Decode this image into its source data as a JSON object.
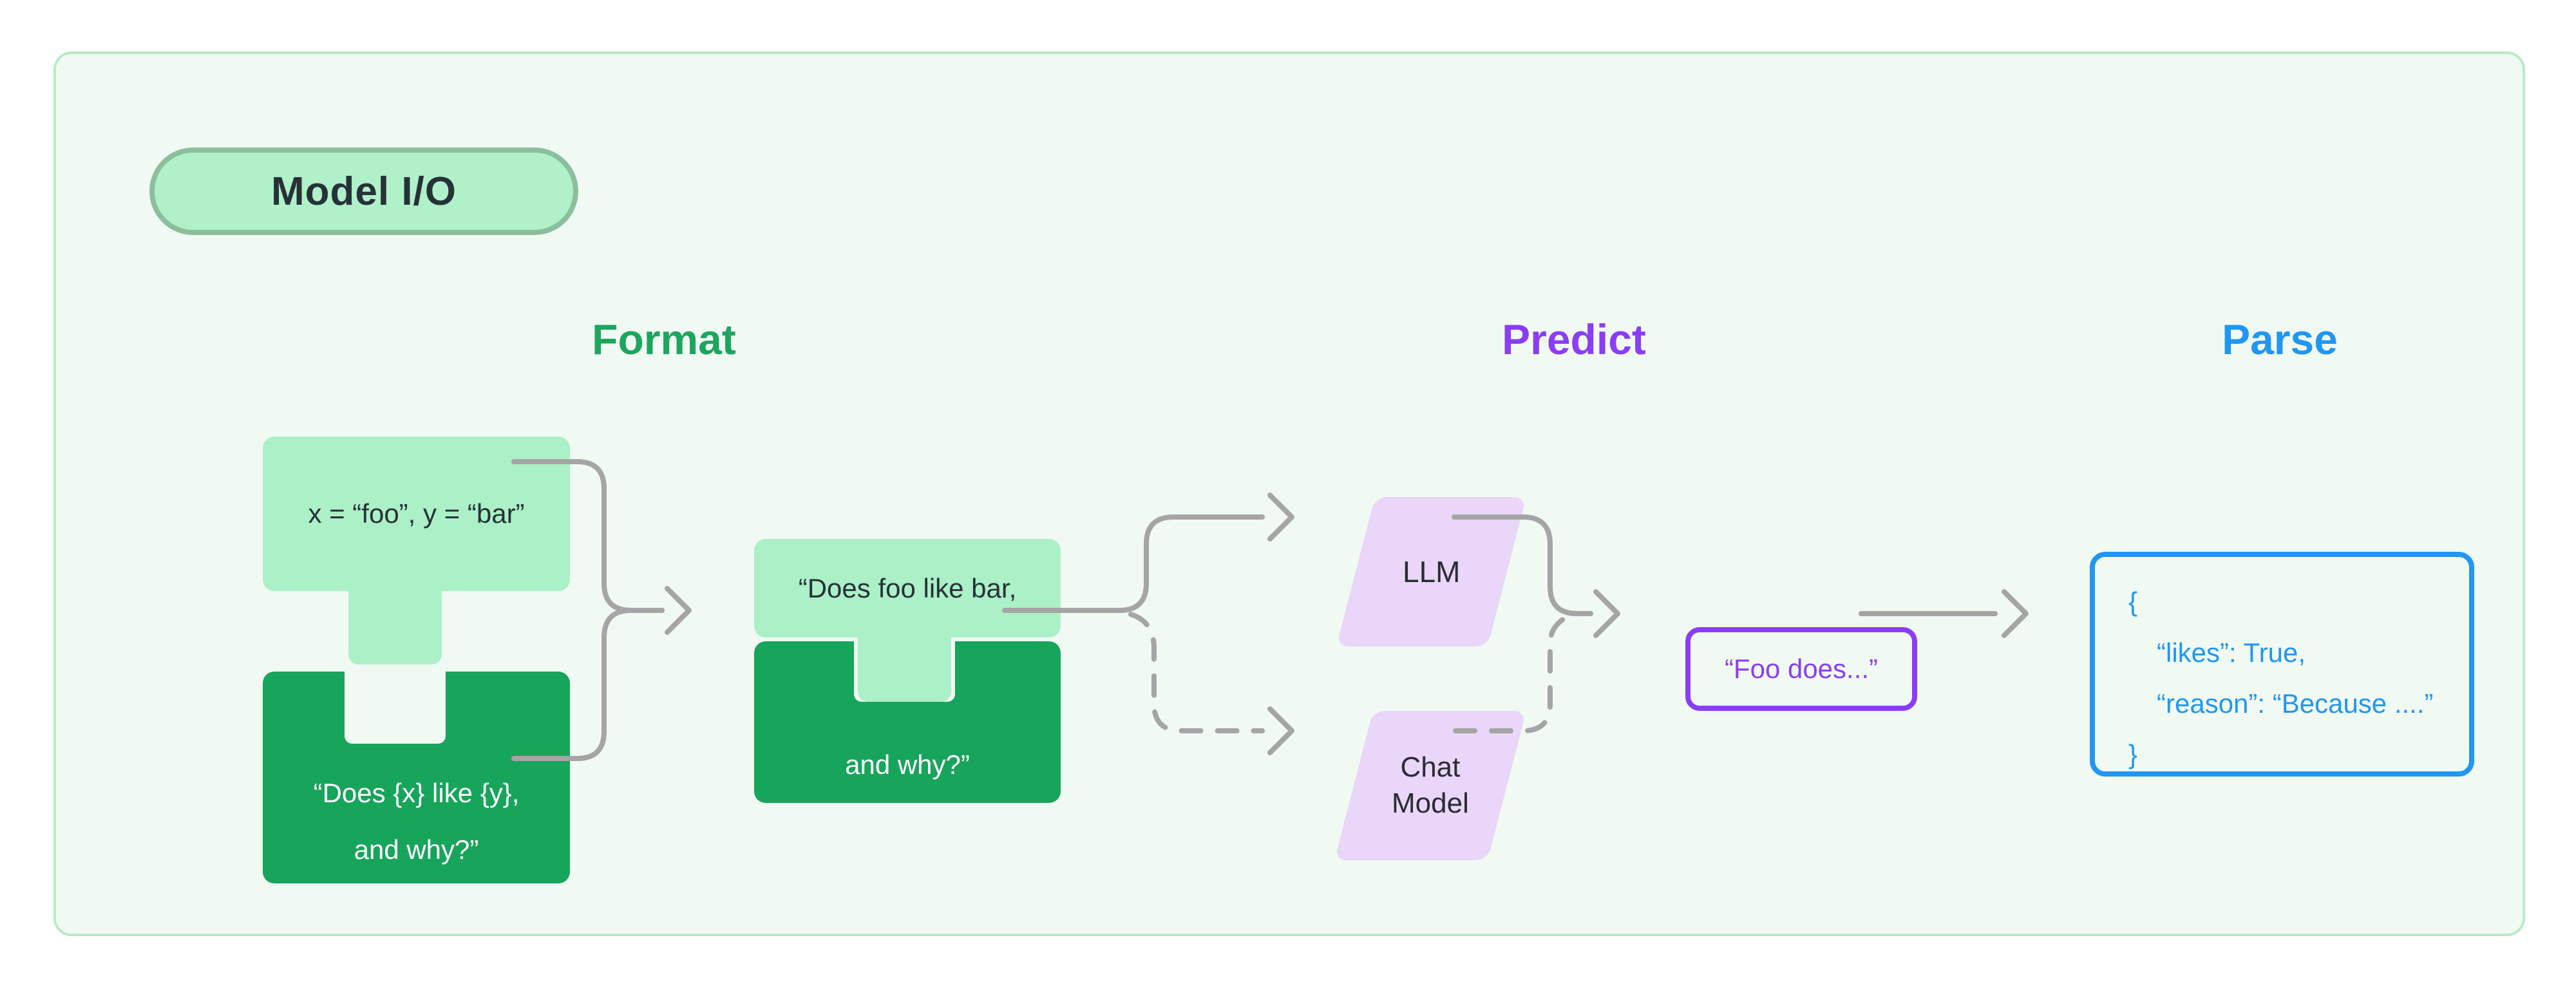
{
  "badge": {
    "label": "Model I/O"
  },
  "columns": {
    "format": {
      "label": "Format",
      "color": "#1da55f"
    },
    "predict": {
      "label": "Predict",
      "color": "#8b3df5"
    },
    "parse": {
      "label": "Parse",
      "color": "#2196f3"
    }
  },
  "nodes": {
    "input_values": {
      "text": "x = “foo”, y = “bar”"
    },
    "prompt_template": {
      "line1": "“Does {x} like {y},",
      "line2": "and why?”"
    },
    "formatted_prompt": {
      "top_text": "“Does foo like bar,",
      "bottom_text": "and why?”"
    },
    "llm": {
      "label": "LLM"
    },
    "chat_model": {
      "line1": "Chat",
      "line2": "Model"
    },
    "completion": {
      "text": "“Foo does...”"
    },
    "parsed_output": {
      "lines": [
        "{",
        "“likes”: True,",
        "“reason”: “Because ....”",
        "}"
      ]
    }
  },
  "colors": {
    "light_green": "#abf0c7",
    "dark_green": "#17a45b",
    "lavender": "#e9d6f8",
    "purple": "#8b3df5",
    "blue": "#2196f3",
    "wire_gray": "#a5a5a5",
    "container_bg": "#f0faf3",
    "container_border": "#b8ebc6"
  }
}
